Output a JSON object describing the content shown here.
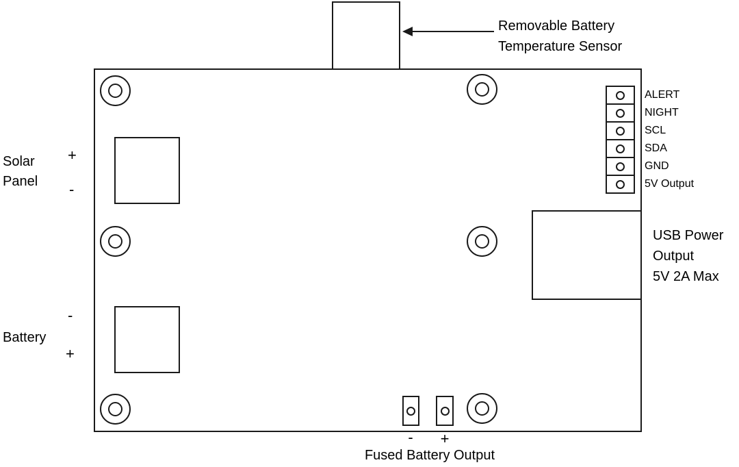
{
  "diagram": {
    "temp_sensor": {
      "label_lines": [
        "Removable Battery",
        "Temperature Sensor"
      ]
    },
    "solar": {
      "label_lines": [
        "Solar",
        "Panel"
      ],
      "top_sign": "+",
      "bottom_sign": "-"
    },
    "battery": {
      "label": "Battery",
      "top_sign": "-",
      "bottom_sign": "+"
    },
    "pins": [
      "ALERT",
      "NIGHT",
      "SCL",
      "SDA",
      "GND",
      "5V Output"
    ],
    "usb": {
      "label_lines": [
        "USB Power",
        "Output",
        "5V 2A Max"
      ]
    },
    "fused": {
      "neg_sign": "-",
      "pos_sign": "+",
      "label": "Fused Battery Output"
    }
  },
  "colors": {
    "line": "#1a1a1a",
    "background": "#ffffff",
    "text": "#000000"
  }
}
